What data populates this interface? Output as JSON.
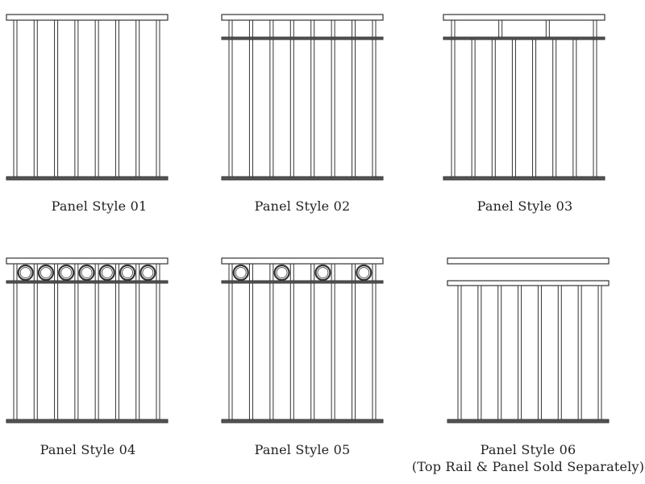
{
  "panels": [
    {
      "caption": "Panel Style 01",
      "subcaption": "",
      "style": "plain"
    },
    {
      "caption": "Panel Style 02",
      "subcaption": "",
      "style": "second-rail"
    },
    {
      "caption": "Panel Style 03",
      "subcaption": "",
      "style": "second-rail-spaced-top"
    },
    {
      "caption": "Panel Style 04",
      "subcaption": "",
      "style": "rings-every-bay"
    },
    {
      "caption": "Panel Style 05",
      "subcaption": "",
      "style": "rings-alternate-bays"
    },
    {
      "caption": "Panel Style 06",
      "subcaption": "(Top Rail & Panel Sold Separately)",
      "style": "separate-top-rail"
    }
  ],
  "colors": {
    "line": "#333333",
    "fill": "#ffffff",
    "rail_shade": "#555555"
  }
}
